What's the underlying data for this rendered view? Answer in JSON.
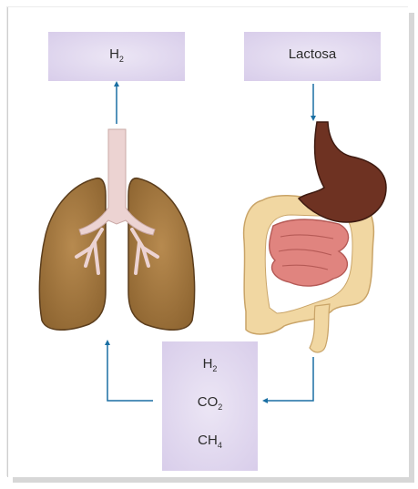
{
  "boxes": {
    "top_left": {
      "main": "H",
      "sub": "2"
    },
    "top_right": {
      "text": "Lactosa"
    },
    "bottom_gases": [
      {
        "main": "H",
        "sub": "2"
      },
      {
        "main": "CO",
        "sub": "2"
      },
      {
        "main": "CH",
        "sub": "4"
      }
    ]
  },
  "colors": {
    "arrow": "#1a6fa3",
    "box_fill": "#ddd3ec",
    "lung": "#a5783f",
    "trachea": "#ecd3d2",
    "stomach": "#6e3222",
    "small_intestine": "#e0847f",
    "colon": "#f1d7a2"
  }
}
